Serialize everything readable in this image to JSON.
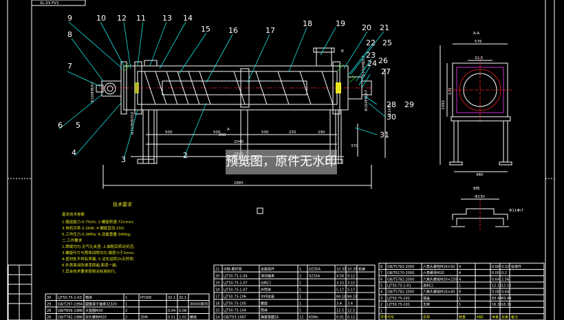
{
  "header_code": "SL 03 PV1",
  "part_numbers": [
    "9",
    "10",
    "12",
    "11",
    "13",
    "14",
    "15",
    "16",
    "17",
    "18",
    "19",
    "20",
    "21",
    "8",
    "7",
    "6",
    "5",
    "4",
    "3",
    "2",
    "22",
    "23",
    "25",
    "24",
    "26",
    "27",
    "28",
    "29",
    "30",
    "31"
  ],
  "dimensions_front": {
    "d1": "500",
    "d2": "500",
    "d3": "250",
    "d4": "290",
    "d5": "500",
    "total_inner": "2040",
    "total_mid": "2500",
    "total_outer": "2885",
    "height_right": "(1163)",
    "small_right": "370",
    "small_left": "200",
    "dia_left": "Φ100H8/h7",
    "dia_left2": "Φ110H8/f10",
    "dia_right1": "Φ140H8/h7",
    "dia_right2": "Φ160H8/h7",
    "section_mark": "A",
    "view_mark": "B"
  },
  "section_view": {
    "title": "A-A",
    "top_dim": "576",
    "sub_dim": "32.5",
    "height_dim": "572",
    "overall_height": "1092",
    "bottom_dim": "480"
  },
  "detail_view": {
    "title": "B向",
    "dim1": "Φ230",
    "dim2": "Φ114",
    "dim3": "h7"
  },
  "notes": {
    "heading": "技术要求",
    "subheading": "基本技术参数",
    "lines": [
      "1.输送能力:0.75t/h;  2.螺旋转速:72r/min;",
      "3.电机功率:2.2kW;  4.螺旋直径:250;",
      "5.工作压力:0.3MPa;  6.设备重量:340kg;",
      "二.工作要求",
      "1.焊缝均匀,无气孔夹渣;  2.装配后转动灵活;",
      "3.螺旋叶片与筒体间隙均匀,偏差小于2mm;",
      "4.密封处不得有泄漏;  5.试车运转2h无异常;",
      "6.外表面涂防锈漆两遍,面漆一遍;",
      "7.其余技术要求按相关标准执行。"
    ]
  },
  "left_bom": [
    [
      "30",
      "LJT50.75-1-03",
      "箱体",
      "1",
      "HT200",
      "32.1",
      "32.1",
      ""
    ],
    [
      "29",
      "GB/T297-1994",
      "圆锥滚子轴承32320",
      "1",
      "",
      "",
      "",
      "30000系列"
    ],
    [
      "28",
      "GB/T856-1988",
      "大垫圈M30",
      "2",
      "",
      "0.04",
      "0.08",
      ""
    ],
    [
      "26",
      "GB/T782-1988",
      "双头螺柱M20",
      "2",
      "35M",
      "0.51",
      "1.02",
      "螺栓"
    ]
  ],
  "mid_bom": [
    [
      "21",
      "中联-联杆管",
      "支座组件",
      "1",
      "Q235A",
      "10.35",
      "10.35",
      "机械"
    ],
    [
      "20",
      "LJT50.75-1-04",
      "滑动轴承",
      "2",
      "0235A",
      "4.56",
      "9.12",
      ""
    ],
    [
      "19",
      "LJT50.75-1-07",
      "出料口",
      "1",
      "",
      "3.15",
      "3.15",
      ""
    ],
    [
      "18",
      "LJT50.75-1-07",
      "外筒体",
      "1",
      "",
      "5.17",
      "5.17",
      ""
    ],
    [
      "17",
      "LJT50.75-106",
      "中间支座",
      "1",
      "",
      "84.18",
      "84.18",
      ""
    ],
    [
      "16",
      "LJT50.75-105",
      "螺旋",
      "1",
      "",
      "3.4",
      "3.4",
      ""
    ],
    [
      "15",
      "LJT50.75-104",
      "筒体",
      "1",
      "",
      "12.5",
      "12.5",
      ""
    ],
    [
      "14",
      "GB/T93-1987",
      "弹簧垫圈16",
      "12",
      "65Mn",
      "0.01",
      "0.12",
      ""
    ]
  ],
  "right_bom": [
    [
      "8",
      "GB/T5782-2000",
      "六角头螺栓M16×50",
      "4",
      "",
      "0.08",
      "0.32",
      "标准件"
    ],
    [
      "7",
      "GB/T6170-2000",
      "六角螺母M20",
      "4",
      "",
      "0.05",
      "0.2",
      ""
    ],
    [
      "6",
      "GB/T5782-2000",
      "六角头螺栓M20×220",
      "4",
      "",
      "0.64",
      "2.56",
      ""
    ],
    [
      "5",
      "LJT50.75-1-01",
      "进料口",
      "1",
      "",
      "12.12",
      "12.12",
      ""
    ],
    [
      "4",
      "GB/T5782-2000",
      "六角头螺栓M16×40",
      "8",
      "",
      "0.08",
      "0.64",
      ""
    ],
    [
      "3",
      "LJT50.75-102",
      "端盖",
      "1",
      "",
      "83.44",
      "83.44",
      ""
    ],
    [
      "2",
      "LJT50.75-101",
      "支架",
      "1",
      "",
      "16.36",
      "16.36",
      ""
    ],
    [
      "1",
      "",
      "",
      "",
      "",
      "",
      "",
      ""
    ]
  ],
  "bom_header": [
    "序号",
    "代号",
    "名称",
    "数量",
    "材料",
    "单重",
    "总重",
    "备注"
  ],
  "watermark": "预览图，原件无水印"
}
